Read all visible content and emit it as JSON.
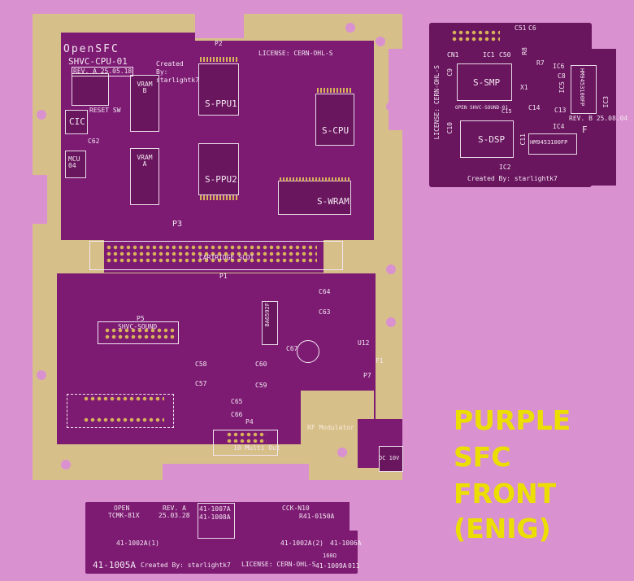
{
  "caption": [
    "PURPLE",
    "SFC",
    "FRONT",
    "(ENIG)"
  ],
  "colors": {
    "background": "#d992cf",
    "gold": "#d7bf8a",
    "purple": "#7d1b73",
    "caption": "#ecdf00"
  },
  "cpu_board": {
    "title": "OpenSFC",
    "model": "SHVC-CPU-01",
    "revision": "REV. A 25.05.18",
    "created_by": "Created By: starlightk7",
    "license": "LICENSE: CERN-OHL-S",
    "labels": {
      "p2": "P2",
      "reset": "RESET SW",
      "cic": "CIC",
      "c62": "C62",
      "mcu": "MCU 04",
      "vram_b": "VRAM B",
      "vram_a": "VRAM A",
      "ppu1": "S-PPU1",
      "ppu2": "S-PPU2",
      "cpu": "S-CPU",
      "wram": "S-WRAM",
      "cart": "CARTRIDGE SLOT",
      "p3": "P3",
      "sound": "SHVC-SOUND",
      "p5": "P5",
      "p1": "P1",
      "ba": "BA6592F",
      "c64": "C64",
      "c63": "C63",
      "c67": "C67",
      "c58": "C58",
      "c60": "C60",
      "c57": "C57",
      "c59": "C59",
      "c65": "C65",
      "c66": "C66",
      "p4": "P4",
      "multi": "10 Multi Out",
      "rf": "RF Modulator",
      "dc": "DC 10V",
      "u12": "U12",
      "f1": "F1",
      "p7": "P7"
    }
  },
  "sound_board": {
    "license": "LICENSE: CERN-OHL-S",
    "created_by": "Created By: starlightk7",
    "revision": "REV. B 25.08.04",
    "labels": {
      "cn1": "CN1",
      "ic1": "IC1",
      "c50": "C50",
      "c51": "C51",
      "c6": "C6",
      "smp": "S-SMP",
      "dsp": "S-DSP",
      "ic2": "IC2",
      "ic3": "IC3",
      "ic4": "IC4",
      "ic5": "IC5",
      "ic6": "IC6",
      "r7": "R7",
      "r8": "R8",
      "x1": "X1",
      "c8": "C8",
      "c9": "C9",
      "c10": "C10",
      "c11": "C11",
      "c13": "C13",
      "c14": "C14",
      "c15": "C15",
      "hm1": "HM9453100FP",
      "hm2": "HM9453100FP",
      "opensound": "OPEN SHVC-SOUND-01",
      "f": "F"
    }
  },
  "controller_board": {
    "open": "OPEN",
    "model": "TCMK-81X",
    "revision": "REV. A",
    "date": "25.03.28",
    "p1": "41-1007A",
    "p2": "41-1008A",
    "cck": "CCK-N10",
    "r41": "R41-0150A",
    "a1": "41-1002A(1)",
    "a2": "41-1002A(2)",
    "a3": "41-1006A",
    "part": "41-1005A",
    "created_by": "Created By: starlightk7",
    "license": "LICENSE: CERN-OHL-S",
    "res": "160Ω",
    "r9": "41-1009A",
    "code": "011"
  }
}
